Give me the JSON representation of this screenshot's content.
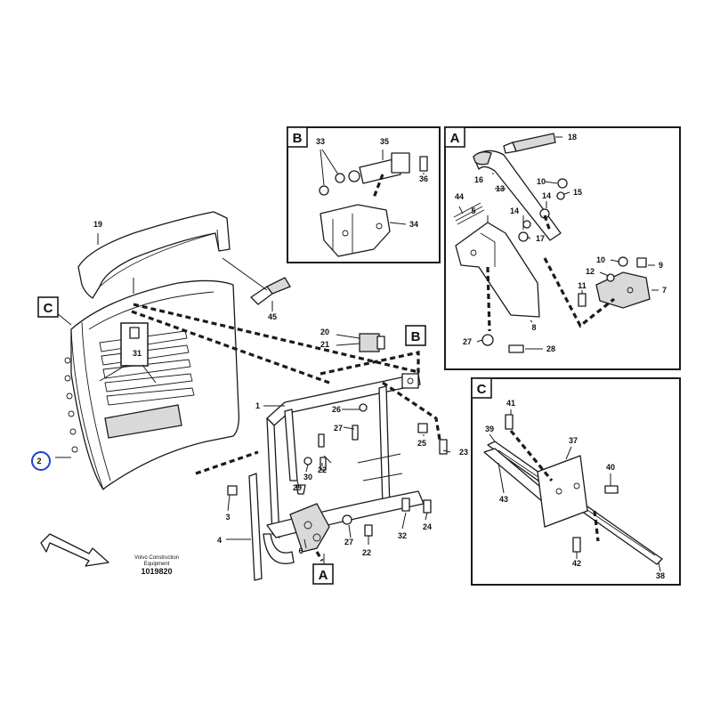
{
  "credit": {
    "line1": "Volvo Construction",
    "line2": "Equipment",
    "drawing_number": "1019820"
  },
  "detail_tags": [
    "A",
    "B",
    "C"
  ],
  "highlighted_callout": "2",
  "highlight_color": "#1e3fd0",
  "main_callouts": [
    "1",
    "2",
    "3",
    "4",
    "6",
    "19",
    "20",
    "21",
    "22",
    "22",
    "23",
    "24",
    "25",
    "26",
    "27",
    "27",
    "29",
    "30",
    "31",
    "32",
    "45"
  ],
  "panel_b_callouts": [
    "33",
    "34",
    "35",
    "36"
  ],
  "panel_a_callouts": [
    "5",
    "7",
    "8",
    "9",
    "10",
    "11",
    "12",
    "13",
    "14",
    "14",
    "15",
    "16",
    "17",
    "18",
    "27",
    "28",
    "44"
  ],
  "panel_c_callouts": [
    "37",
    "38",
    "39",
    "40",
    "41",
    "42",
    "43"
  ]
}
